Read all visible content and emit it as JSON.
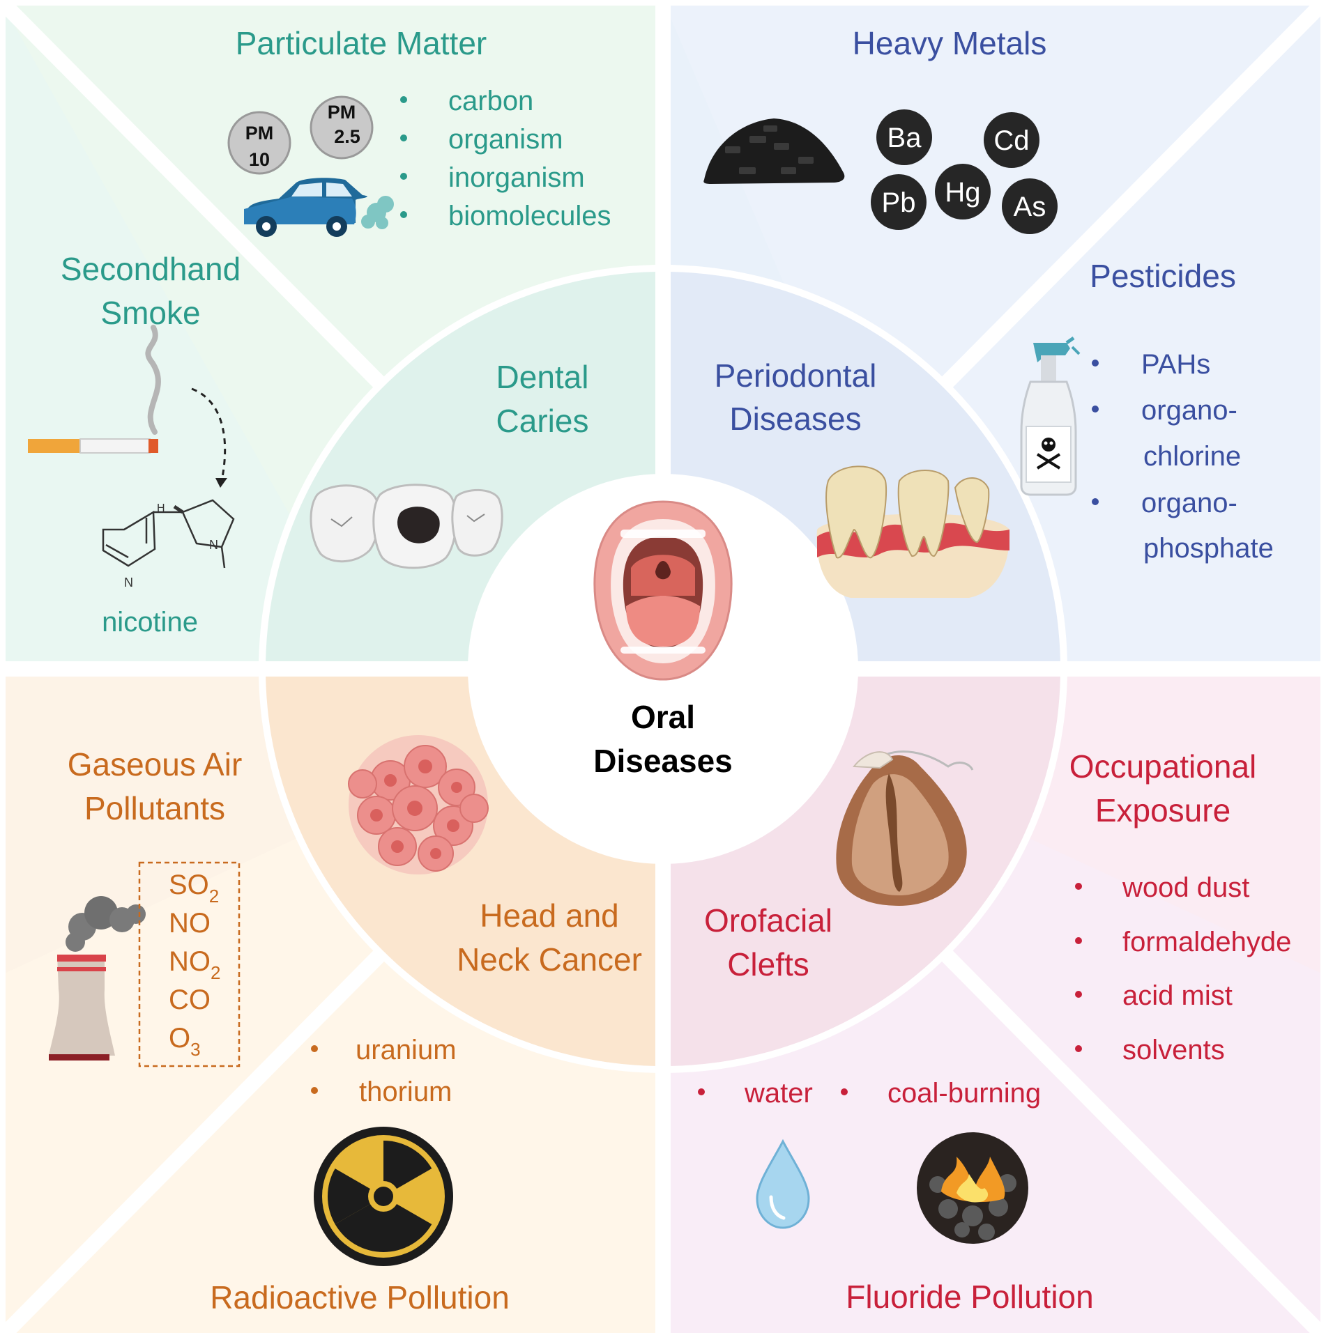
{
  "center": {
    "line1": "Oral",
    "line2": "Diseases"
  },
  "sources": {
    "particulate_matter": {
      "title": "Particulate Matter",
      "pm10": [
        "PM",
        "10"
      ],
      "pm25": [
        "PM",
        "2.5"
      ],
      "bullets": [
        "carbon",
        "organism",
        "inorganism",
        "biomolecules"
      ]
    },
    "heavy_metals": {
      "title": "Heavy Metals",
      "elements": [
        "Ba",
        "Cd",
        "Pb",
        "Hg",
        "As"
      ]
    },
    "pesticides": {
      "title": "Pesticides",
      "bullets": [
        "PAHs",
        "organo-",
        "chlorine",
        "organo-",
        "phosphate"
      ]
    },
    "secondhand_smoke": {
      "title_line1": "Secondhand",
      "title_line2": "Smoke",
      "molecule_label": "nicotine",
      "atom_h": "H",
      "atom_n_ring": "N",
      "atom_n_pyridine": "N"
    },
    "gaseous_air_pollutants": {
      "title_line1": "Gaseous Air",
      "title_line2": "Pollutants",
      "gases": [
        "SO",
        "NO",
        "NO",
        "CO",
        "O"
      ],
      "subscripts": [
        "2",
        "",
        "2",
        "",
        "3"
      ]
    },
    "radioactive_pollution": {
      "title": "Radioactive Pollution",
      "bullets": [
        "uranium",
        "thorium"
      ]
    },
    "fluoride_pollution": {
      "title": "Fluoride Pollution",
      "bullets": [
        "water",
        "coal-burning"
      ]
    },
    "occupational_exposure": {
      "title_line1": "Occupational",
      "title_line2": "Exposure",
      "bullets": [
        "wood dust",
        "formaldehyde",
        "acid mist",
        "solvents"
      ]
    }
  },
  "diseases": {
    "dental_caries": [
      "Dental",
      "Caries"
    ],
    "periodontal": [
      "Periodontal",
      "Diseases"
    ],
    "head_neck_cancer": [
      "Head and",
      "Neck Cancer"
    ],
    "orofacial_clefts": [
      "Orofacial",
      "Clefts"
    ]
  },
  "colors": {
    "teal": "#2a9a8a",
    "blue": "#3a4fa0",
    "orange": "#c86a1e",
    "red": "#c8203a",
    "center_text": "#000000"
  }
}
